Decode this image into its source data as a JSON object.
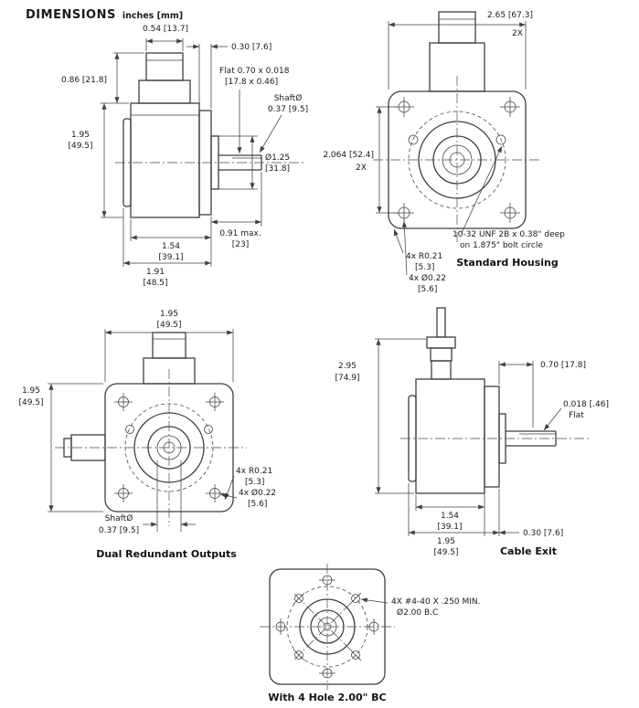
{
  "header": {
    "title": "DIMENSIONS",
    "subtitle": "inches [mm]"
  },
  "side_view": {
    "dim_connector_width": "0.54 [13.7]",
    "dim_flange_thickness": "0.30 [7.6]",
    "dim_connector_height": "0.86 [21.8]",
    "dim_body_height": [
      "1.95",
      "[49.5]"
    ],
    "note_flat": [
      "Flat 0.70 x 0.018",
      "[17.8 x 0.46]"
    ],
    "note_shaft": [
      "ShaftØ",
      "0.37 [9.5]"
    ],
    "dim_pilot_dia": [
      "Ø1.25",
      "[31.8]"
    ],
    "dim_shaft_length": [
      "0.91 max.",
      "[23]"
    ],
    "dim_body_width": [
      "1.54",
      "[39.1]"
    ],
    "dim_overall_width": [
      "1.91",
      "[48.5]"
    ]
  },
  "standard_housing": {
    "caption": "Standard Housing",
    "dim_width": "2.65 [67.3]",
    "dim_width_qty": "2X",
    "dim_hole_span": "2.064 [52.4]",
    "dim_hole_span_qty": "2X",
    "note_tap": [
      "10-32 UNF 2B x 0.38\" deep",
      "on 1.875\" bolt circle"
    ],
    "note_corner_radius": [
      "4x R0.21",
      "[5.3]"
    ],
    "note_corner_hole": [
      "4x Ø0.22",
      "[5.6]"
    ]
  },
  "dual_redundant": {
    "caption": "Dual Redundant Outputs",
    "dim_width": [
      "1.95",
      "[49.5]"
    ],
    "dim_height": [
      "1.95",
      "[49.5]"
    ],
    "note_corner_radius": [
      "4x R0.21",
      "[5.3]"
    ],
    "note_corner_hole": [
      "4x Ø0.22",
      "[5.6]"
    ],
    "note_shaft": [
      "ShaftØ",
      "0.37 [9.5]"
    ]
  },
  "cable_exit": {
    "caption": "Cable Exit",
    "dim_height": [
      "2.95",
      "[74.9]"
    ],
    "dim_shaft_length": "0.70 [17.8]",
    "note_flat": [
      "0.018 [.46]",
      "Flat"
    ],
    "dim_body_width": [
      "1.54",
      "[39.1]"
    ],
    "dim_overall_width": [
      "1.95",
      "[49.5]"
    ],
    "dim_flange_thickness": "0.30 [7.6]"
  },
  "four_hole_bc": {
    "caption": "With 4 Hole 2.00\" BC",
    "note_tap": [
      "4X #4-40 X .250 MIN.",
      "Ø2.00 B.C"
    ]
  }
}
